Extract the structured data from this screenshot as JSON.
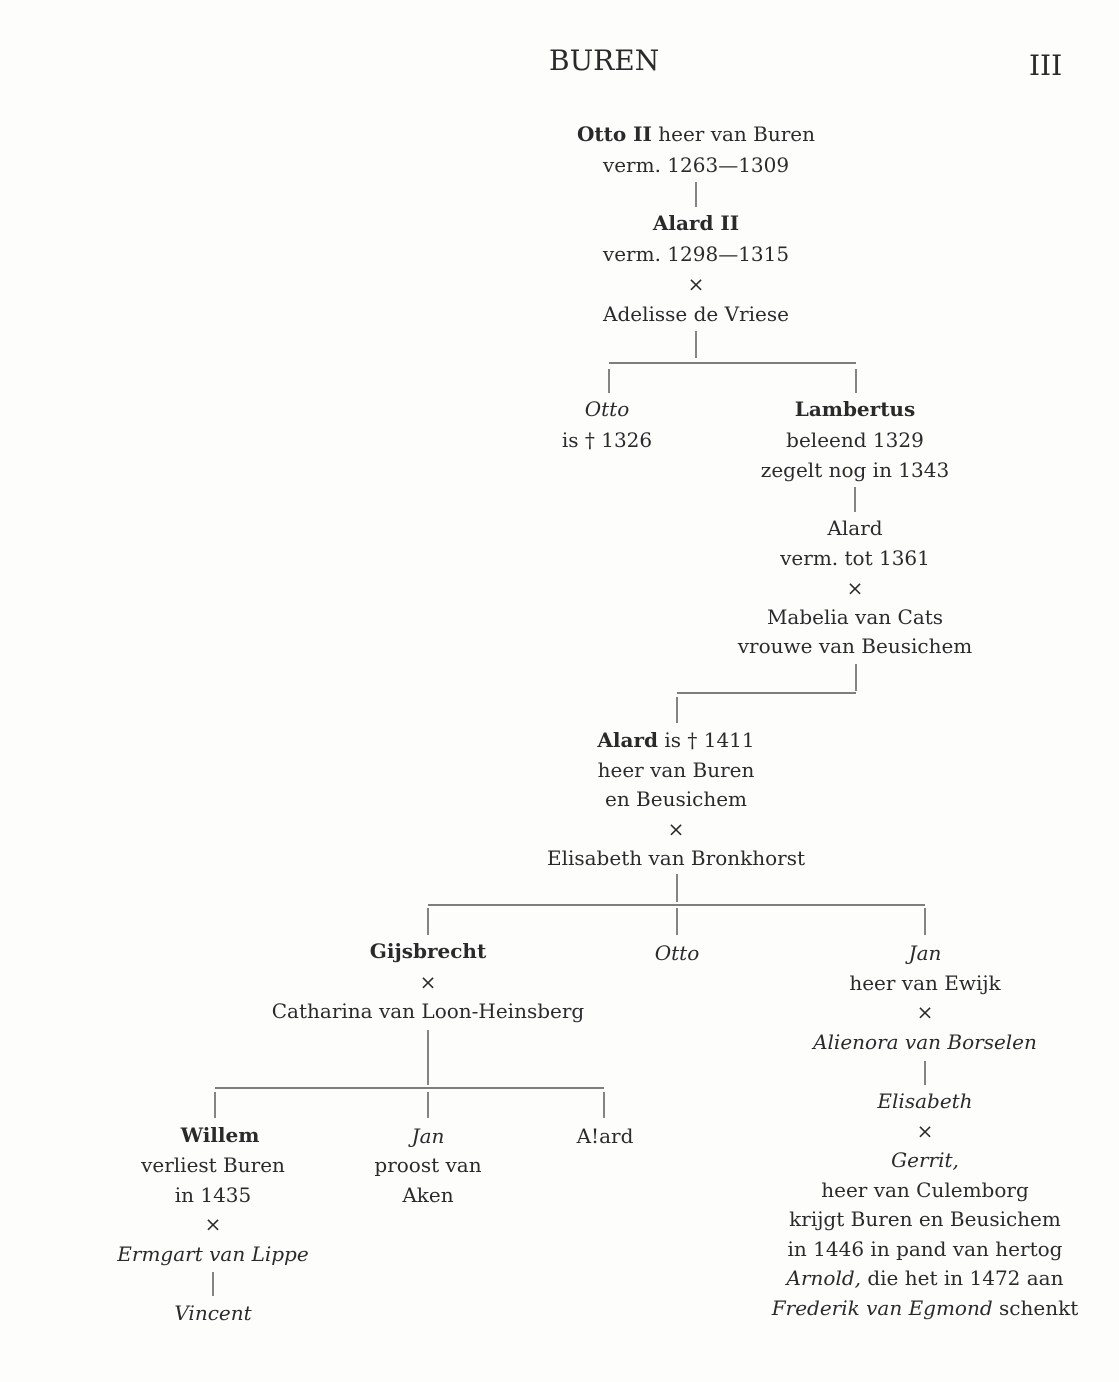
{
  "header": {
    "title": "BUREN",
    "page": "III"
  },
  "people": {
    "otto2": {
      "name": "Otto II",
      "rest": " heer van Buren",
      "dates": "verm. 1263—1309"
    },
    "alard2": {
      "name": "Alard II",
      "dates": "verm. 1298—1315",
      "marriage": "×",
      "spouse": "Adelisse de Vriese"
    },
    "otto_a": {
      "name": "Otto",
      "died": "is † 1326"
    },
    "lambertus": {
      "name": "Lambertus",
      "line1": "beleend 1329",
      "line2": "zegelt nog in 1343"
    },
    "alard_b": {
      "name": "Alard",
      "dates": "verm. tot 1361",
      "marriage": "×",
      "spouse1": "Mabelia van Cats",
      "spouse2": "vrouwe van Beusichem"
    },
    "alard_c": {
      "name": "Alard",
      "rest": " is † 1411",
      "line1": "heer van Buren",
      "line2": "en Beusichem",
      "marriage": "×",
      "spouse": "Elisabeth van Bronkhorst"
    },
    "gijsbrecht": {
      "name": "Gijsbrecht",
      "marriage": "×",
      "spouse": "Catharina van Loon-Heinsberg"
    },
    "otto_c": {
      "name": "Otto"
    },
    "jan_ewijk": {
      "name": "Jan",
      "line1": "heer van Ewijk",
      "marriage": "×",
      "spouse": "Alienora van Borselen"
    },
    "willem": {
      "name": "Willem",
      "line1": "verliest Buren",
      "line2": "in 1435",
      "marriage": "×",
      "spouse": "Ermgart van Lippe",
      "child": "Vincent"
    },
    "jan_aken": {
      "name": "Jan",
      "line1": "proost van",
      "line2": "Aken"
    },
    "alard_d": {
      "name": "A!ard"
    },
    "elisabeth": {
      "name": "Elisabeth",
      "marriage": "×",
      "spouse": "Gerrit,",
      "l1": "heer van Culemborg",
      "l2": "krijgt Buren en Beusichem",
      "l3": "in 1446 in pand van hertog",
      "l4a": "Arnold,",
      "l4b": " die het in 1472 aan",
      "l5a": "Frederik van Egmond",
      "l5b": " schenkt"
    }
  }
}
